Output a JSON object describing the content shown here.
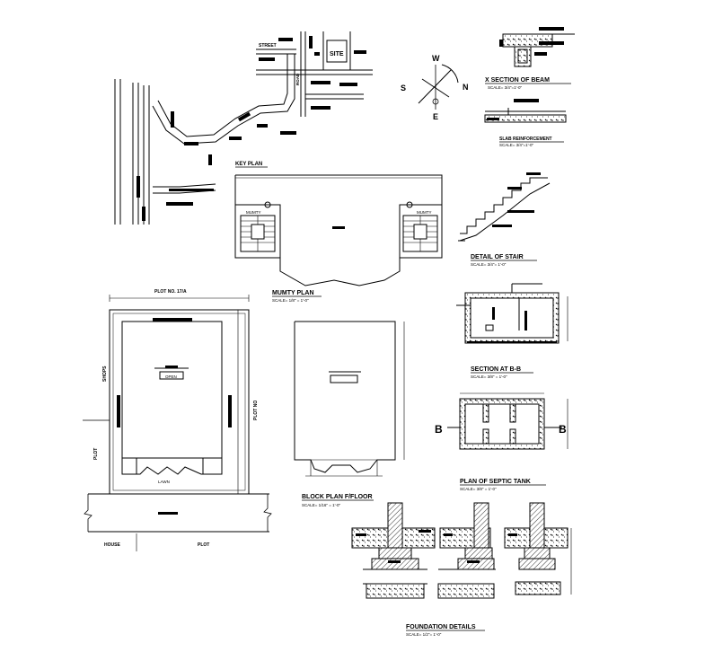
{
  "key_plan": {
    "title": "KEY PLAN",
    "street_label": "STREET",
    "site_label": "SITE",
    "road_label": "ROAD"
  },
  "compass": {
    "w": "W",
    "s": "S",
    "n": "N",
    "e": "E"
  },
  "beam": {
    "title": "X SECTION OF BEAM",
    "scale": "SCALE= 3/4\"=1'-0\""
  },
  "slab": {
    "title": "SLAB REINFORCEMENT",
    "scale": "SCALE= 3/4\"=1'-0\""
  },
  "mumty": {
    "title": "MUMTY PLAN",
    "scale": "SCALE= 1/8\" = 1'-0\"",
    "room_left": "MUMTY",
    "room_right": "MUMTY"
  },
  "stair": {
    "title": "DETAIL OF STAIR",
    "scale": "SCALE= 3/4\"= 1'-0\""
  },
  "site_plan": {
    "plot_label": "PLOT NO. 17/A",
    "left_label": "SHOPS",
    "right_label": "PLOT NO",
    "bottom_left": "PLOT",
    "room_label": "OPEN",
    "lawn_label": "LAWN",
    "road_bottom_left": "HOUSE",
    "road_bottom_right": "PLOT"
  },
  "block_plan": {
    "title": "BLOCK PLAN F/FLOOR",
    "scale": "SCALE= 1/16\" = 1'-0\""
  },
  "septic_section": {
    "title": "SECTION AT B-B",
    "scale": "SCALE= 3/8\" = 1'-0\""
  },
  "septic_plan": {
    "title": "PLAN OF SEPTIC TANK",
    "scale": "SCALE= 3/8\" = 1'-0\"",
    "marker_left": "B",
    "marker_right": "B"
  },
  "foundation": {
    "title": "FOUNDATION DETAILS",
    "scale": "SCALE= 1/2\"= 1'-0\""
  }
}
